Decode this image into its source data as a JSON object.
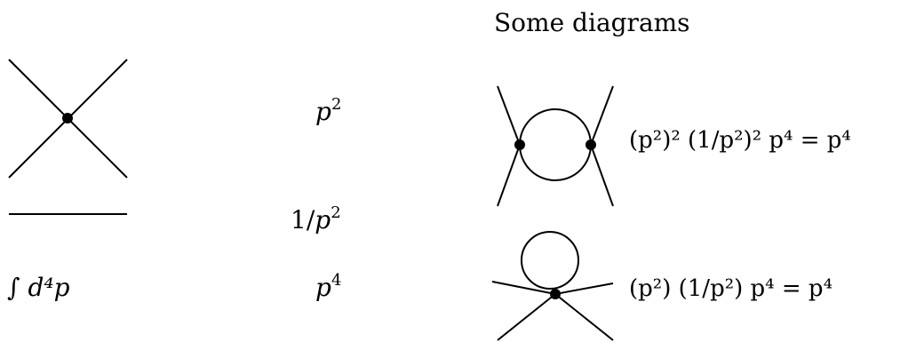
{
  "heading": "Some diagrams",
  "rules": [
    {
      "name": "vertex",
      "scaling": {
        "base": "p",
        "exp": "2"
      }
    },
    {
      "name": "propagator",
      "scaling": {
        "pre": "1/",
        "base": "p",
        "exp": "2"
      }
    },
    {
      "name": "loop-integral",
      "label": "∫ d⁴p",
      "scaling": {
        "base": "p",
        "exp": "4"
      }
    }
  ],
  "results": [
    {
      "name": "bubble",
      "text": "(p²)² (1/p²)² p⁴ = p⁴"
    },
    {
      "name": "tadpole",
      "text": "(p²) (1/p²) p⁴ = p⁴"
    }
  ],
  "style": {
    "stroke": "#000000",
    "background": "#ffffff"
  }
}
